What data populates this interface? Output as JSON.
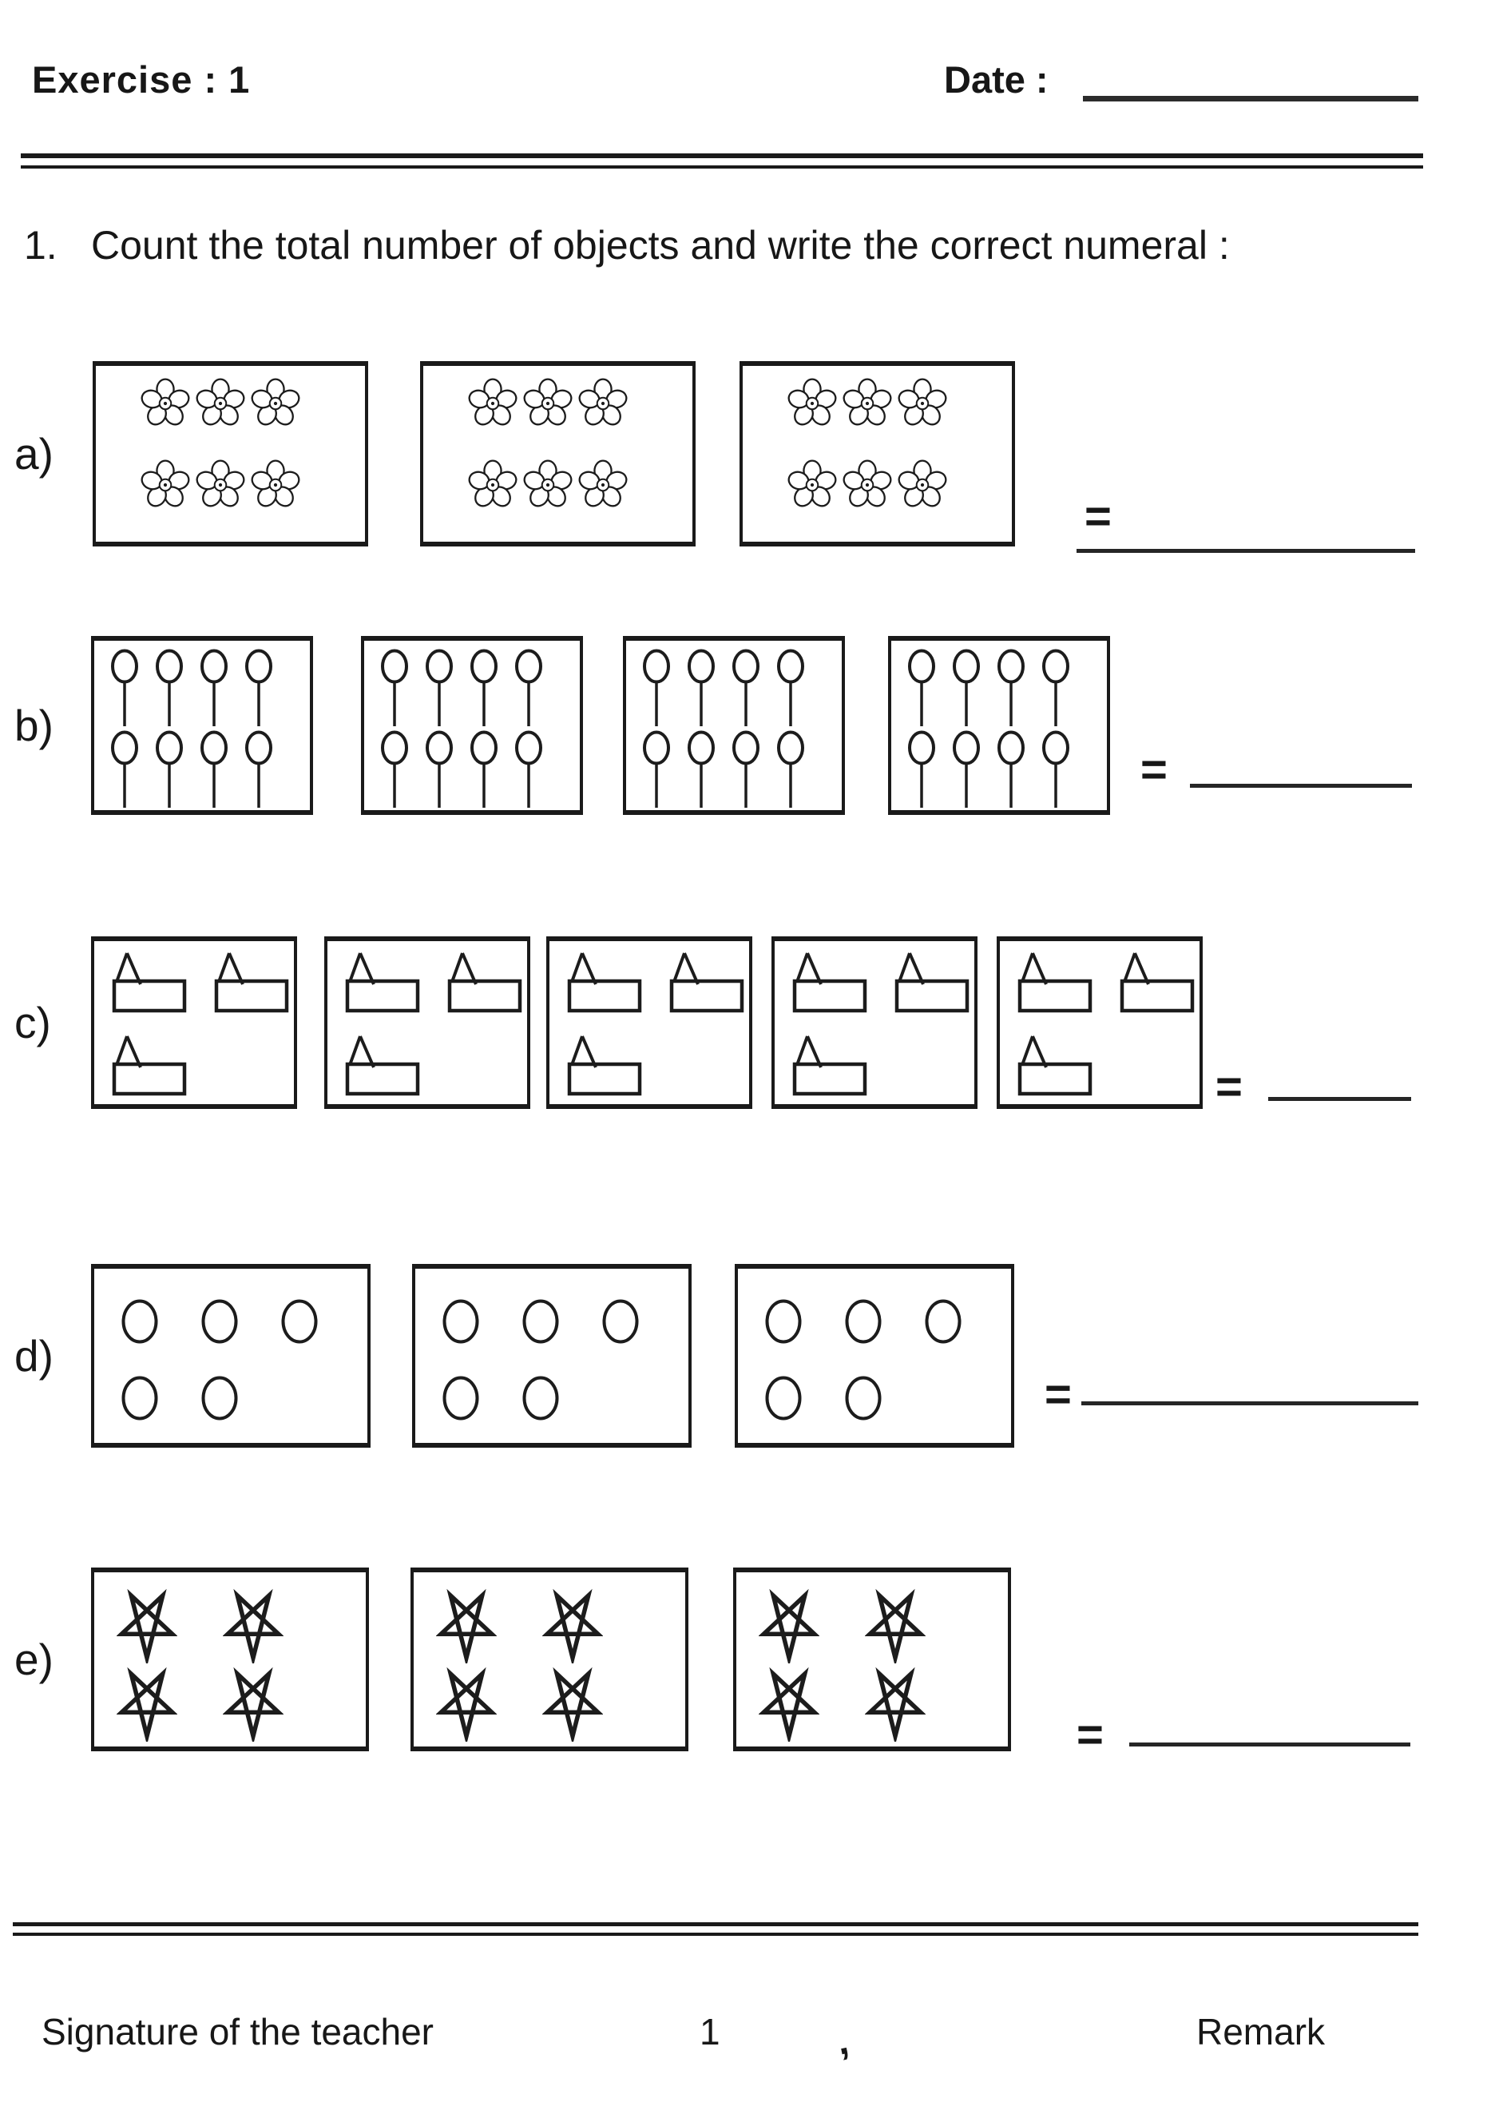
{
  "header": {
    "exercise_label": "Exercise : 1",
    "date_label": "Date :"
  },
  "question": {
    "number": "1.",
    "text": "Count the total number of objects and write the correct numeral :"
  },
  "worksheet": {
    "equals_sign": "=",
    "rows": [
      {
        "id": "a",
        "label": "a)",
        "shape": "flower",
        "shape_icon": "flower-icon",
        "boxes": 3,
        "arrangement": [
          3,
          3
        ],
        "objects_per_box": 6
      },
      {
        "id": "b",
        "label": "b)",
        "shape": "lollipop",
        "shape_icon": "lollipop-icon",
        "boxes": 4,
        "arrangement": [
          4,
          4
        ],
        "objects_per_box": 8
      },
      {
        "id": "c",
        "label": "c)",
        "shape": "flag",
        "shape_icon": "flag-icon",
        "boxes": 5,
        "arrangement": [
          2,
          1
        ],
        "objects_per_box": 3
      },
      {
        "id": "d",
        "label": "d)",
        "shape": "circle",
        "shape_icon": "circle-icon",
        "boxes": 3,
        "arrangement": [
          3,
          2
        ],
        "objects_per_box": 5
      },
      {
        "id": "e",
        "label": "e)",
        "shape": "star",
        "shape_icon": "star-icon",
        "boxes": 3,
        "arrangement": [
          2,
          2
        ],
        "objects_per_box": 4
      }
    ]
  },
  "footer": {
    "left": "Signature of the teacher",
    "page_number": "1",
    "stray_mark": ",",
    "right": "Remark"
  },
  "colors": {
    "ink": "#1a1a1a",
    "paper": "#ffffff"
  }
}
